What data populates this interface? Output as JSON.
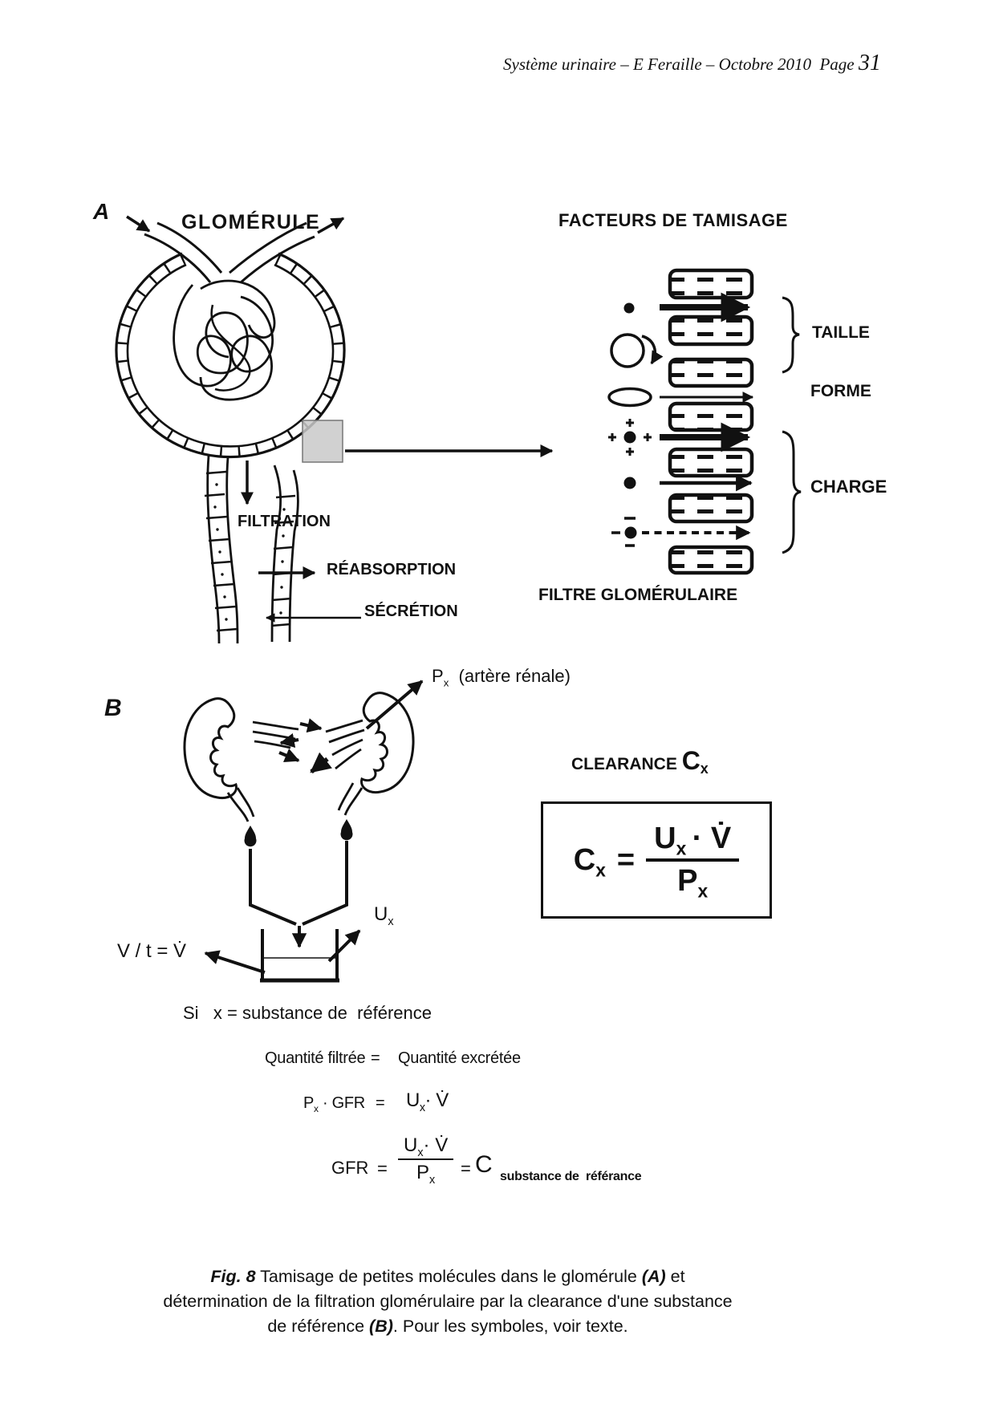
{
  "colors": {
    "ink": "#111111",
    "magnifier_grey": "#c9c9c9"
  },
  "header": {
    "title": "Système urinaire – E Feraille – Octobre 2010",
    "page_label": "Page",
    "page_number": "31"
  },
  "panel_a": {
    "label": "A",
    "title": "GLOMÉRULE",
    "filtration": "FILTRATION",
    "reabsorption": "RÉABSORPTION",
    "secretion": "SÉCRÉTION"
  },
  "sieving": {
    "title": "FACTEURS DE TAMISAGE",
    "size_label": "TAILLE",
    "shape_label": "FORME",
    "charge_label": "CHARGE",
    "caption": "FILTRE GLOMÉRULAIRE"
  },
  "panel_b": {
    "label": "B",
    "artery": {
      "base": "P",
      "sub": "x",
      "paren": "(artère rénale)"
    },
    "urine": {
      "base": "U",
      "sub": "x"
    },
    "flow": "V / t = V̇"
  },
  "clearance": {
    "heading": "CLEARANCE",
    "c": "C",
    "c_sub": "x",
    "box": {
      "lhs": "C",
      "lhs_sub": "x",
      "eq": "=",
      "num_u": "U",
      "num_u_sub": "x",
      "times": "·",
      "num_v": "V̇",
      "den": "P",
      "den_sub": "x"
    }
  },
  "derivation": {
    "si_line": "Si   x = substance de  référence",
    "filtered": "Quantité filtrée",
    "eq1": "=",
    "excreted": "Quantité excrétée",
    "row2": {
      "p": "P",
      "p_sub": "x",
      "gfr": " · GFR",
      "eq": "=",
      "u": "U",
      "u_sub": "x",
      "v": "· V̇"
    },
    "row3": {
      "gfr": "GFR",
      "eq": "=",
      "num_u": "U",
      "num_u_sub": "x",
      "num_v": "· V̇",
      "den_p": "P",
      "den_sub": "x",
      "eq2": "=",
      "c": "C",
      "c_sub": "substance de  référance"
    }
  },
  "caption": {
    "fig": "Fig. 8",
    "l1a": "  Tamisage de petites molécules dans le glomérule ",
    "l1b": "(A)",
    "l1c": " et",
    "l2": "détermination de la filtration glomérulaire par la clearance d'une substance",
    "l3a": "de référence ",
    "l3b": "(B)",
    "l3c": ". Pour les symboles, voir texte."
  }
}
